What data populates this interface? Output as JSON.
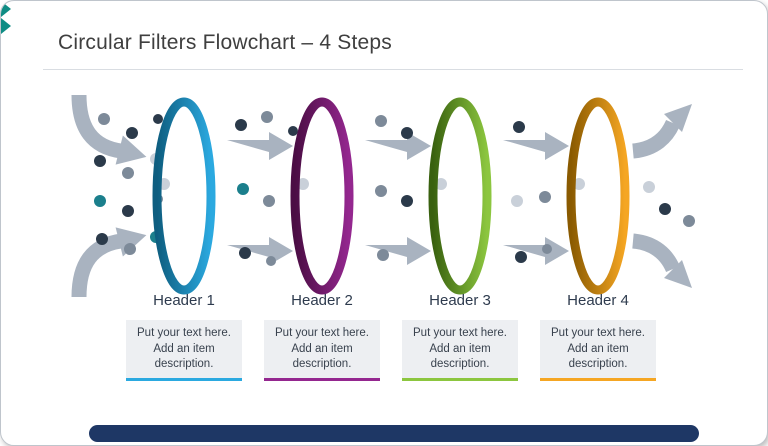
{
  "slide": {
    "title": "Circular Filters Flowchart – 4 Steps"
  },
  "steps": [
    {
      "header": "Header 1",
      "description": "Put your text here. Add an item description.",
      "color_light": "#2BA9E0",
      "color_dark": "#0E5E80"
    },
    {
      "header": "Header 2",
      "description": "Put your text here. Add an item description.",
      "color_light": "#94278F",
      "color_dark": "#4B0D44"
    },
    {
      "header": "Header 3",
      "description": "Put your text here. Add an item description.",
      "color_light": "#8CC63F",
      "color_dark": "#39610F"
    },
    {
      "header": "Header 4",
      "description": "Put your text here. Add an item description.",
      "color_light": "#F5A623",
      "color_dark": "#8A5A00"
    }
  ],
  "accents": {
    "bookmark": "#0F8C84",
    "footer_bar": "#1E3765",
    "arrow": "#A9B3C0",
    "divider": "#D9DDE2"
  }
}
